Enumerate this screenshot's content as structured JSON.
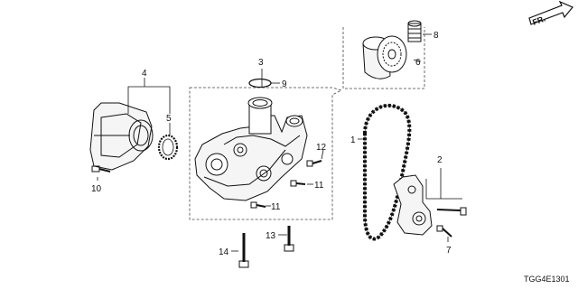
{
  "callouts": {
    "c1": "1",
    "c2": "2",
    "c3": "3",
    "c4": "4",
    "c5": "5",
    "c6": "6",
    "c7": "7",
    "c8": "8",
    "c9": "9",
    "c10": "10",
    "c11a": "11",
    "c11b": "11",
    "c12": "12",
    "c13": "13",
    "c14": "14"
  },
  "direction": {
    "label": "FR."
  },
  "diagram_code": "TGG4E1301"
}
